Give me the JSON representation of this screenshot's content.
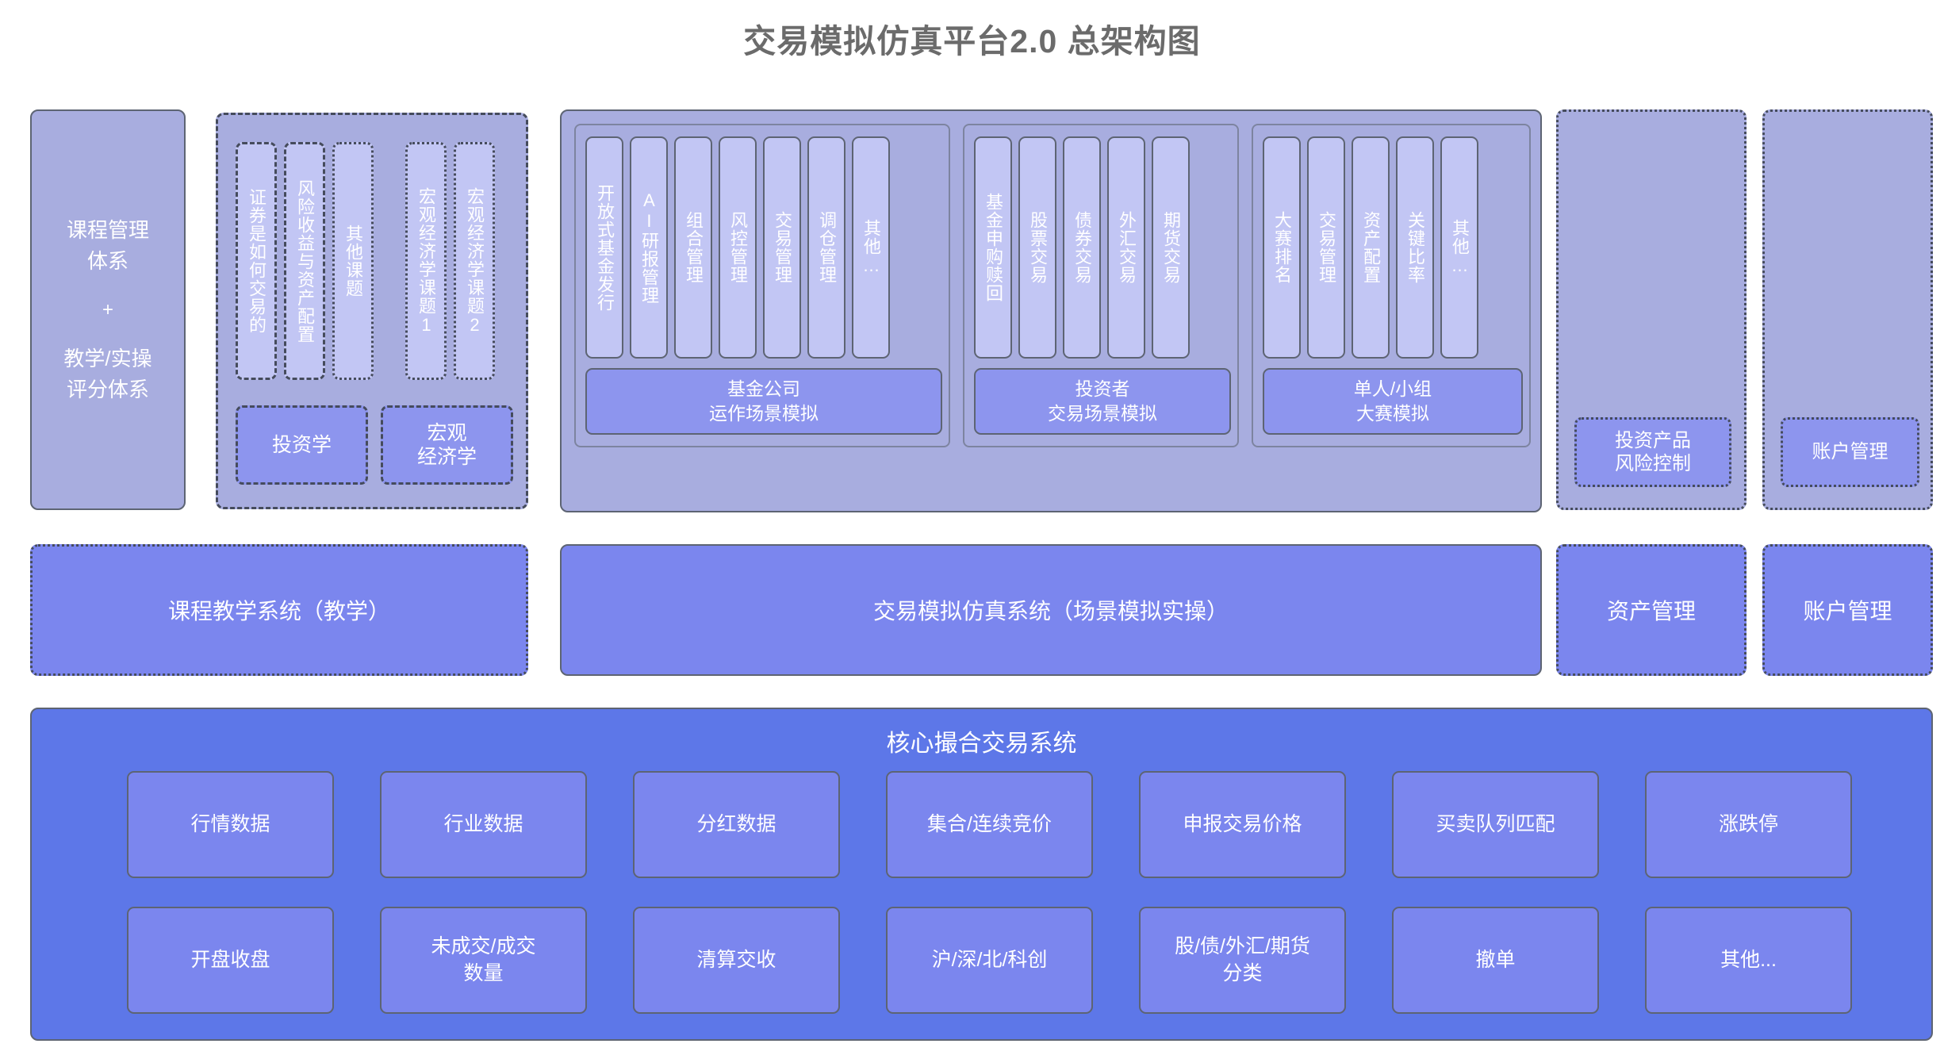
{
  "title": "交易模拟仿真平台2.0 总架构图",
  "course_panel": {
    "line1": "课程管理",
    "line2": "体系",
    "plus": "+",
    "line3": "教学/实操",
    "line4": "评分体系"
  },
  "course_topics": {
    "topics": [
      "证券是如何交易的",
      "风险收益与资产配置",
      "其他课题",
      "宏观经济学课题1",
      "宏观经济学课题2"
    ],
    "subjects": [
      "投资学",
      "宏观\n经济学"
    ],
    "subject_macro_line1": "宏观",
    "subject_macro_line2": "经济学"
  },
  "simulation": {
    "groups": [
      {
        "name": "fund-company",
        "modules": [
          "开放式基金发行",
          "AI研报管理",
          "组合管理",
          "风控管理",
          "交易管理",
          "调仓管理",
          "其他…"
        ],
        "scenario_line1": "基金公司",
        "scenario_line2": "运作场景模拟"
      },
      {
        "name": "investor",
        "modules": [
          "基金申购赎回",
          "股票交易",
          "债券交易",
          "外汇交易",
          "期货交易"
        ],
        "scenario_line1": "投资者",
        "scenario_line2": "交易场景模拟"
      },
      {
        "name": "contest",
        "modules": [
          "大赛排名",
          "交易管理",
          "资产配置",
          "关键比率",
          "其他…"
        ],
        "scenario_line1": "单人/小组",
        "scenario_line2": "大赛模拟"
      }
    ]
  },
  "risk_panel": {
    "card_line1": "投资产品",
    "card_line2": "风险控制"
  },
  "account_panel": {
    "card": "账户管理"
  },
  "system_layer": {
    "course": "课程教学系统（教学）",
    "simulation": "交易模拟仿真系统（场景模拟实操）",
    "asset": "资产管理",
    "account": "账户管理"
  },
  "core": {
    "title": "核心撮合交易系统",
    "cells": [
      "行情数据",
      "行业数据",
      "分红数据",
      "集合/连续竞价",
      "申报交易价格",
      "买卖队列匹配",
      "涨跌停",
      "开盘收盘",
      "未成交/成交\n数量",
      "清算交收",
      "沪/深/北/科创",
      "股/债/外汇/期货\n分类",
      "撤单",
      "其他..."
    ]
  },
  "colors": {
    "panel_bg": "#a8addf",
    "card_bg": "#c2c6f4",
    "system_bg": "#7b86ee",
    "core_bg": "#5d77e8",
    "core_cell_bg": "#7b86ee",
    "border": "#5d6473",
    "title_text": "#6b6b6b"
  }
}
